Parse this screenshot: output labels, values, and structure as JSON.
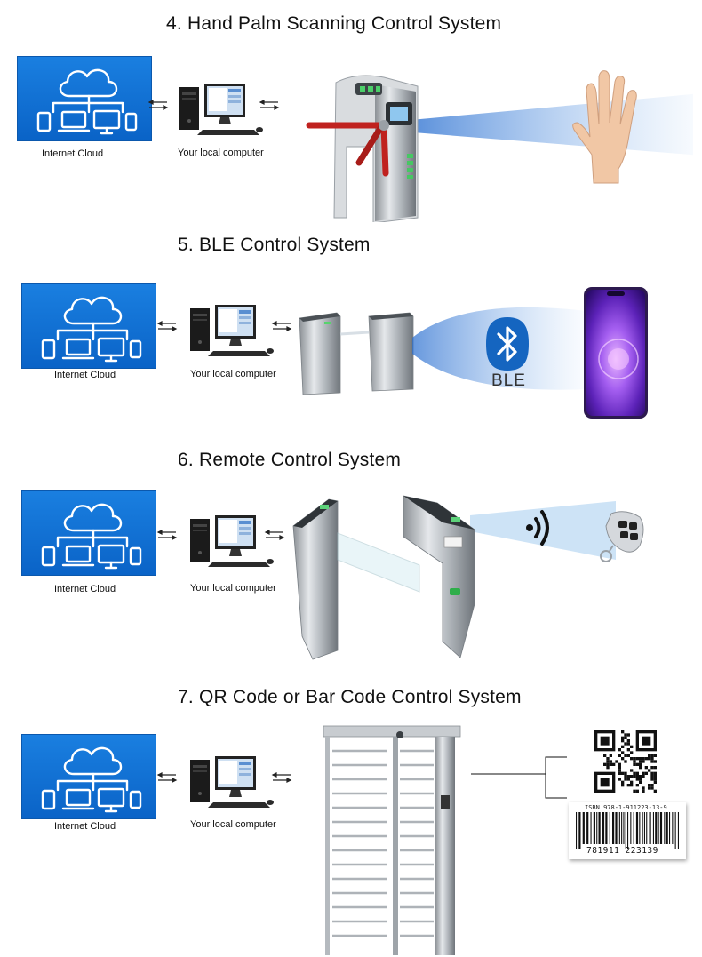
{
  "sections": [
    {
      "title": "4. Hand Palm Scanning Control System",
      "cloud_label": "Internet Cloud",
      "pc_label": "Your local computer",
      "device": "tripod-turnstile",
      "credential": "hand-palm"
    },
    {
      "title": "5. BLE Control System",
      "cloud_label": "Internet Cloud",
      "pc_label": "Your local computer",
      "device": "flap-barrier",
      "credential": "smartphone-bluetooth"
    },
    {
      "title": "6. Remote Control System",
      "cloud_label": "Internet Cloud",
      "pc_label": "Your local computer",
      "device": "swing-barrier",
      "credential": "remote-key-fob"
    },
    {
      "title": "7. QR Code or Bar Code Control System",
      "cloud_label": "Internet Cloud",
      "pc_label": "Your local computer",
      "device": "full-height-turnstile",
      "credential": "qr-barcode"
    }
  ],
  "ble": {
    "label": "BLE"
  },
  "barcode": {
    "isbn_text": "ISBN 978-1-911223-13-9",
    "digits": "781911 223139"
  },
  "colors": {
    "cloud_blue": "#0a6fd6",
    "beam_blue": "#3f86d9",
    "turnstile_arm": "#c0221f",
    "phone_purple": "#7b3fd6",
    "bluetooth_blue": "#1565c0"
  },
  "icons": [
    "cloud-network-icon",
    "desktop-computer-icon",
    "bidirectional-arrows-icon",
    "bluetooth-icon",
    "wireless-signal-icon"
  ]
}
